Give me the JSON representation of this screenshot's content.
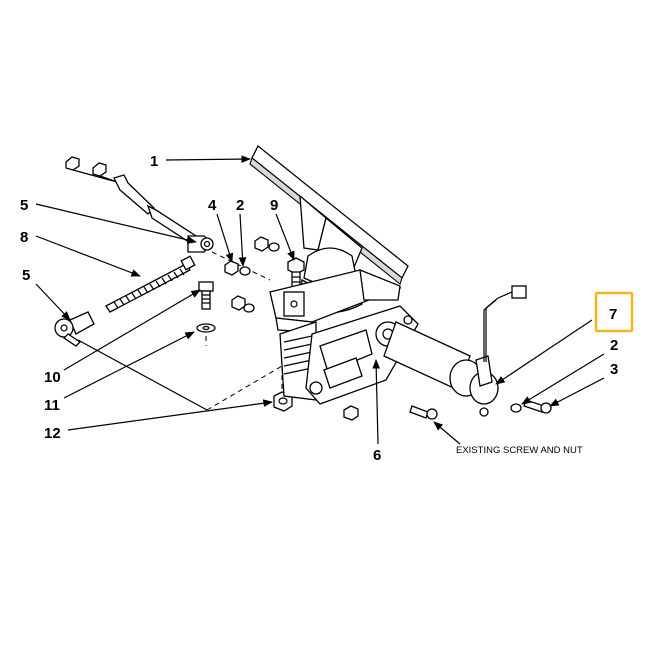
{
  "callouts": {
    "c1": "1",
    "c5a": "5",
    "c8": "8",
    "c5b": "5",
    "c4": "4",
    "c2a": "2",
    "c9": "9",
    "c7": "7",
    "c2b": "2",
    "c3": "3",
    "c10": "10",
    "c11": "11",
    "c12": "12",
    "c6": "6"
  },
  "note": "EXISTING SCREW AND NUT",
  "highlight_color": "#f2b61d"
}
